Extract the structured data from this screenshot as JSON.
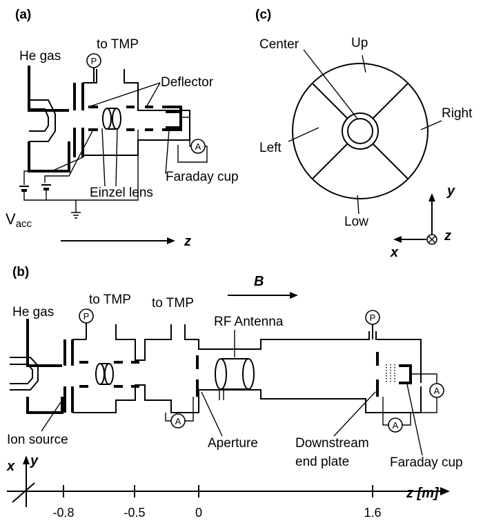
{
  "panel_a": {
    "tag": "(a)",
    "he_gas": "He gas",
    "to_tmp": "to TMP",
    "deflector": "Deflector",
    "faraday_cup": "Faraday cup",
    "einzel_lens": "Einzel lens",
    "vacc_main": "V",
    "vacc_sub": "acc",
    "z_axis": "z",
    "pressure_gauge": "P",
    "ammeter": "A"
  },
  "panel_b": {
    "tag": "(b)",
    "he_gas": "He gas",
    "to_tmp_1": "to TMP",
    "to_tmp_2": "to TMP",
    "b_field": "B",
    "rf_antenna": "RF Antenna",
    "ion_source": "Ion source",
    "aperture": "Aperture",
    "downstream_line1": "Downstream",
    "downstream_line2": "end plate",
    "faraday_cup": "Faraday cup",
    "pressure_gauge": "P",
    "ammeter": "A",
    "axis_x": "x",
    "axis_y": "y",
    "axis_z": "z [m]",
    "ticks": [
      "-0.8",
      "-0.5",
      "0",
      "1.6"
    ]
  },
  "panel_c": {
    "tag": "(c)",
    "center": "Center",
    "up": "Up",
    "right": "Right",
    "left": "Left",
    "low": "Low",
    "axis_y": "y",
    "axis_x": "x",
    "axis_z": "z"
  }
}
